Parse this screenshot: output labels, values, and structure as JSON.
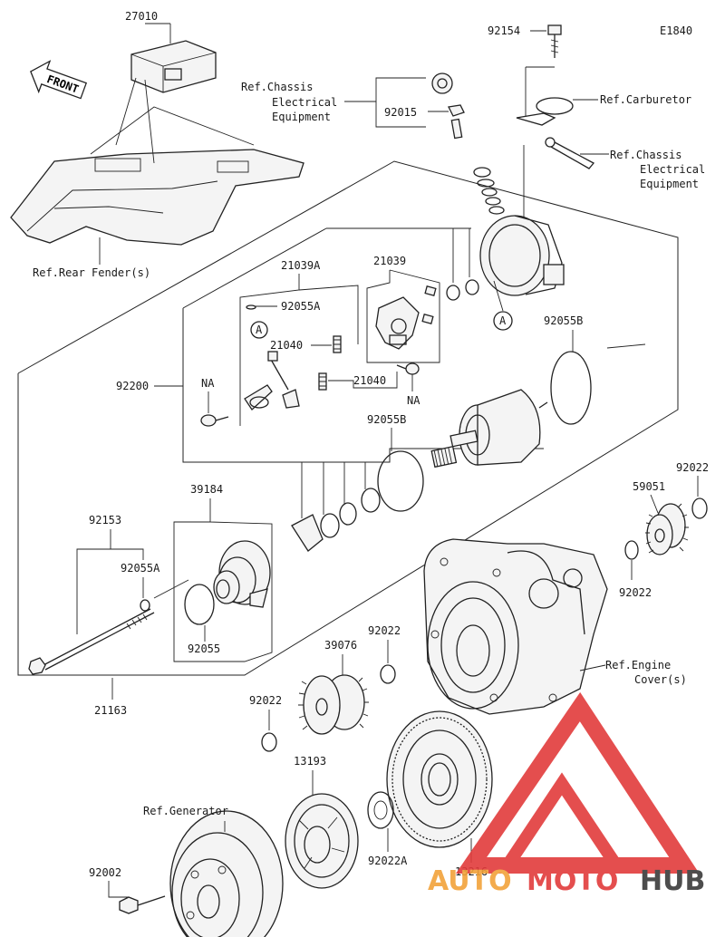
{
  "diagram_code": "E1840",
  "front_label": "FRONT",
  "part_numbers": {
    "p27010": "27010",
    "p92154": "92154",
    "p92015": "92015",
    "p21039A": "21039A",
    "p21039": "21039",
    "p92055A_top": "92055A",
    "p21040_a": "21040",
    "p21040_b": "21040",
    "p92200": "92200",
    "p92055B_top": "92055B",
    "p92055B_mid": "92055B",
    "p39184": "39184",
    "p92153": "92153",
    "p92055A_left": "92055A",
    "p92055": "92055",
    "p21163": "21163",
    "p59051": "59051",
    "p92022_right_top": "92022",
    "p92022_right": "92022",
    "p92022_center": "92022",
    "p39076": "39076",
    "p92022_left": "92022",
    "p13193": "13193",
    "p92022A": "92022A",
    "p13216": "13216",
    "p92002": "92002"
  },
  "markers": {
    "na_left": "NA",
    "na_right": "NA",
    "ref_a_left": "A",
    "ref_a_right": "A"
  },
  "references": {
    "chassis_top_line1": "Ref.Chassis",
    "chassis_top_line2": "Electrical",
    "chassis_top_line3": "Equipment",
    "carburetor": "Ref.Carburetor",
    "chassis_right_line1": "Ref.Chassis",
    "chassis_right_line2": "Electrical",
    "chassis_right_line3": "Equipment",
    "rear_fender": "Ref.Rear Fender(s)",
    "engine_cover_line1": "Ref.Engine",
    "engine_cover_line2": "Cover(s)",
    "generator": "Ref.Generator"
  },
  "watermark": {
    "text_auto": "AUTO",
    "text_moto": "MOTO",
    "text_hub": "HUB",
    "colors": {
      "red": "#e23b3b",
      "orange": "#f2a33a",
      "dark": "#3a3a3a"
    }
  }
}
